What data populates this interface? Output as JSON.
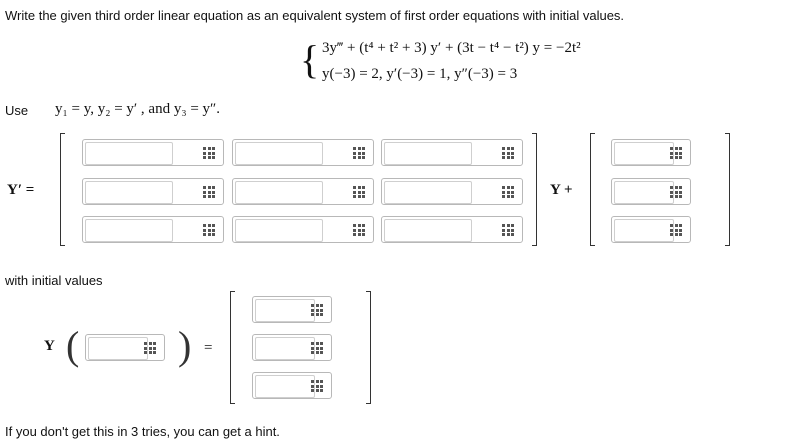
{
  "problem": {
    "instruction": "Write the given third order linear equation as an equivalent system of first order equations with initial values.",
    "equation_line1": "3y‴ + (t⁴ + t² + 3) y′ + (3t − t⁴ − t²) y = −2t²",
    "equation_line2": "y(−3) = 2,   y′(−3) = 1,   y″(−3) = 3",
    "use_label": "Use",
    "substitution": "y₁ = y,    y₂ = y′ , and    y₃ = y″."
  },
  "system": {
    "lhs_label": "Y′ =",
    "plus_label": "Y +",
    "matrix_rows": 3,
    "matrix_cols": 3,
    "vector_rows": 3
  },
  "initial": {
    "heading": "with initial values",
    "y_label": "Y",
    "equals": "="
  },
  "footer": {
    "hint_text": "If you don't get this in 3 tries, you can get a hint."
  },
  "icons": {
    "matrix_entry": "grid-icon"
  }
}
